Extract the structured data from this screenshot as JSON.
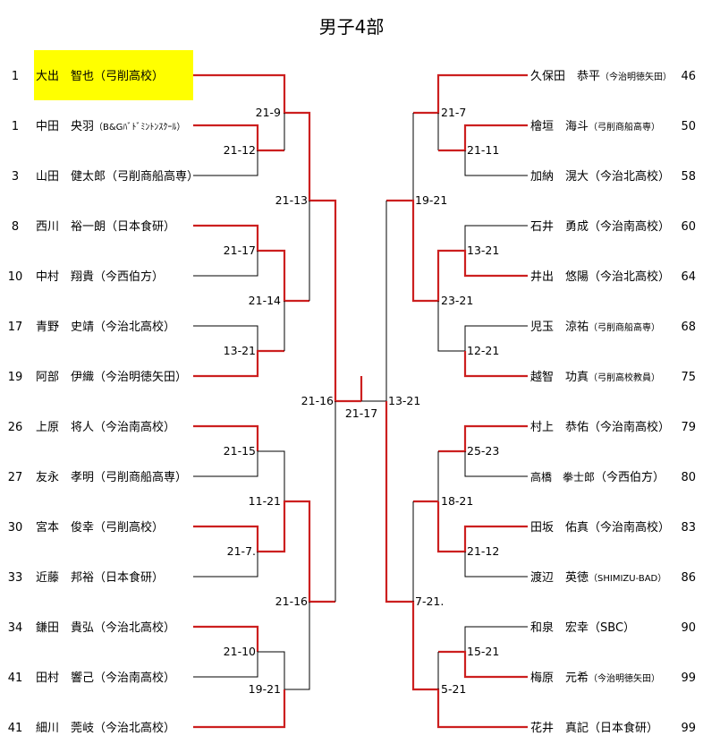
{
  "title": "男子4部",
  "colors": {
    "winner_line": "#cc1f1f",
    "loser_line": "#000000",
    "highlight": "#ffff00"
  },
  "left_players": [
    {
      "seed": "1",
      "name": "大出　智也",
      "team": "（弓削高校）",
      "highlight": true
    },
    {
      "seed": "1",
      "name": "中田　央羽",
      "team": "（B&Gﾊﾞﾄﾞﾐﾝﾄﾝｽｸｰﾙ）",
      "team_small": true
    },
    {
      "seed": "3",
      "name": "山田　健太郎",
      "team": "（弓削商船高専）"
    },
    {
      "seed": "8",
      "name": "西川　裕一朗",
      "team": "（日本食研）"
    },
    {
      "seed": "10",
      "name": "中村　翔貴",
      "team": "（今西伯方）"
    },
    {
      "seed": "17",
      "name": "青野　史靖",
      "team": "（今治北高校）"
    },
    {
      "seed": "19",
      "name": "阿部　伊織",
      "team": "（今治明徳矢田）"
    },
    {
      "seed": "26",
      "name": "上原　将人",
      "team": "（今治南高校）"
    },
    {
      "seed": "27",
      "name": "友永　孝明",
      "team": "（弓削商船高専）"
    },
    {
      "seed": "30",
      "name": "宮本　俊幸",
      "team": "（弓削高校）"
    },
    {
      "seed": "33",
      "name": "近藤　邦裕",
      "team": "（日本食研）"
    },
    {
      "seed": "34",
      "name": "鎌田　貴弘",
      "team": "（今治北高校）"
    },
    {
      "seed": "41",
      "name": "田村　響己",
      "team": "（今治南高校）"
    },
    {
      "seed": "41",
      "name": "細川　莞岐",
      "team": "（今治北高校）"
    }
  ],
  "right_players": [
    {
      "seed": "46",
      "name": "久保田　恭平",
      "team": "（今治明徳矢田）",
      "team_small": true
    },
    {
      "seed": "50",
      "name": "檜垣　海斗",
      "team": "（弓削商船高専）",
      "team_small": true
    },
    {
      "seed": "58",
      "name": "加納　滉大",
      "team": "（今治北高校）"
    },
    {
      "seed": "60",
      "name": "石井　勇成",
      "team": "（今治南高校）"
    },
    {
      "seed": "64",
      "name": "井出　悠陽",
      "team": "（今治北高校）"
    },
    {
      "seed": "68",
      "name": "児玉　涼祐",
      "team": "（弓削商船高専）",
      "team_small": true
    },
    {
      "seed": "75",
      "name": "越智　功真",
      "team": "（弓削高校教員）",
      "team_small": true
    },
    {
      "seed": "79",
      "name": "村上　恭佑",
      "team": "（今治南高校）"
    },
    {
      "seed": "80",
      "name": "高橋　拳士郎",
      "team": "（今西伯方）",
      "name_small": true
    },
    {
      "seed": "83",
      "name": "田坂　佑真",
      "team": "（今治南高校）"
    },
    {
      "seed": "86",
      "name": "渡辺　英徳",
      "team": "（SHIMIZU-BAD）",
      "team_small": true
    },
    {
      "seed": "90",
      "name": "和泉　宏幸",
      "team": "（SBC）"
    },
    {
      "seed": "99",
      "name": "梅原　元希",
      "team": "（今治明徳矢田）",
      "team_small": true
    },
    {
      "seed": "99",
      "name": "花井　真記",
      "team": "（日本食研）"
    }
  ],
  "scores": {
    "left_r1": [
      "21-12",
      "21-17",
      "13-21",
      "21-15",
      "21-7.",
      "21-10"
    ],
    "left_r2": [
      "21-9",
      "21-14",
      "11-21",
      "19-21"
    ],
    "left_r3": [
      "21-13",
      "21-16"
    ],
    "left_semi": "21-16",
    "final": "21-17",
    "right_semi": "13-21",
    "right_r3": [
      "19-21",
      "7-21."
    ],
    "right_r2": [
      "21-7",
      "23-21",
      "18-21",
      "5-21"
    ],
    "right_r1": [
      "21-11",
      "13-21",
      "12-21",
      "25-23",
      "21-12",
      "15-21"
    ]
  }
}
